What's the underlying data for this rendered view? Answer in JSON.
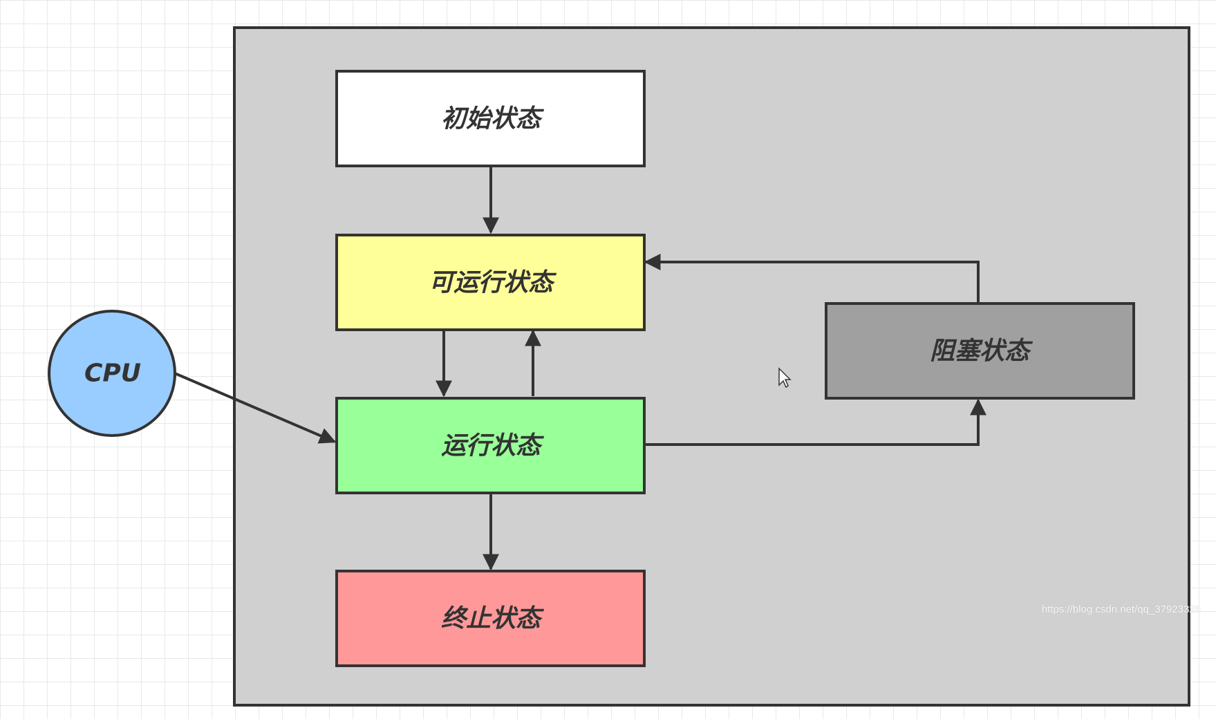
{
  "diagram": {
    "cpu_label": "CPU",
    "states": {
      "initial": "初始状态",
      "runnable": "可运行状态",
      "running": "运行状态",
      "blocked": "阻塞状态",
      "terminated": "终止状态"
    }
  },
  "colors": {
    "container": "#d0d0d0",
    "initial": "#ffffff",
    "runnable": "#ffff99",
    "running": "#99ff99",
    "blocked": "#a0a0a0",
    "terminated": "#ff9999",
    "cpu": "#99ccff",
    "stroke": "#333333"
  },
  "watermark": {
    "url": "https://blog.csdn.net/qq_37923328"
  }
}
